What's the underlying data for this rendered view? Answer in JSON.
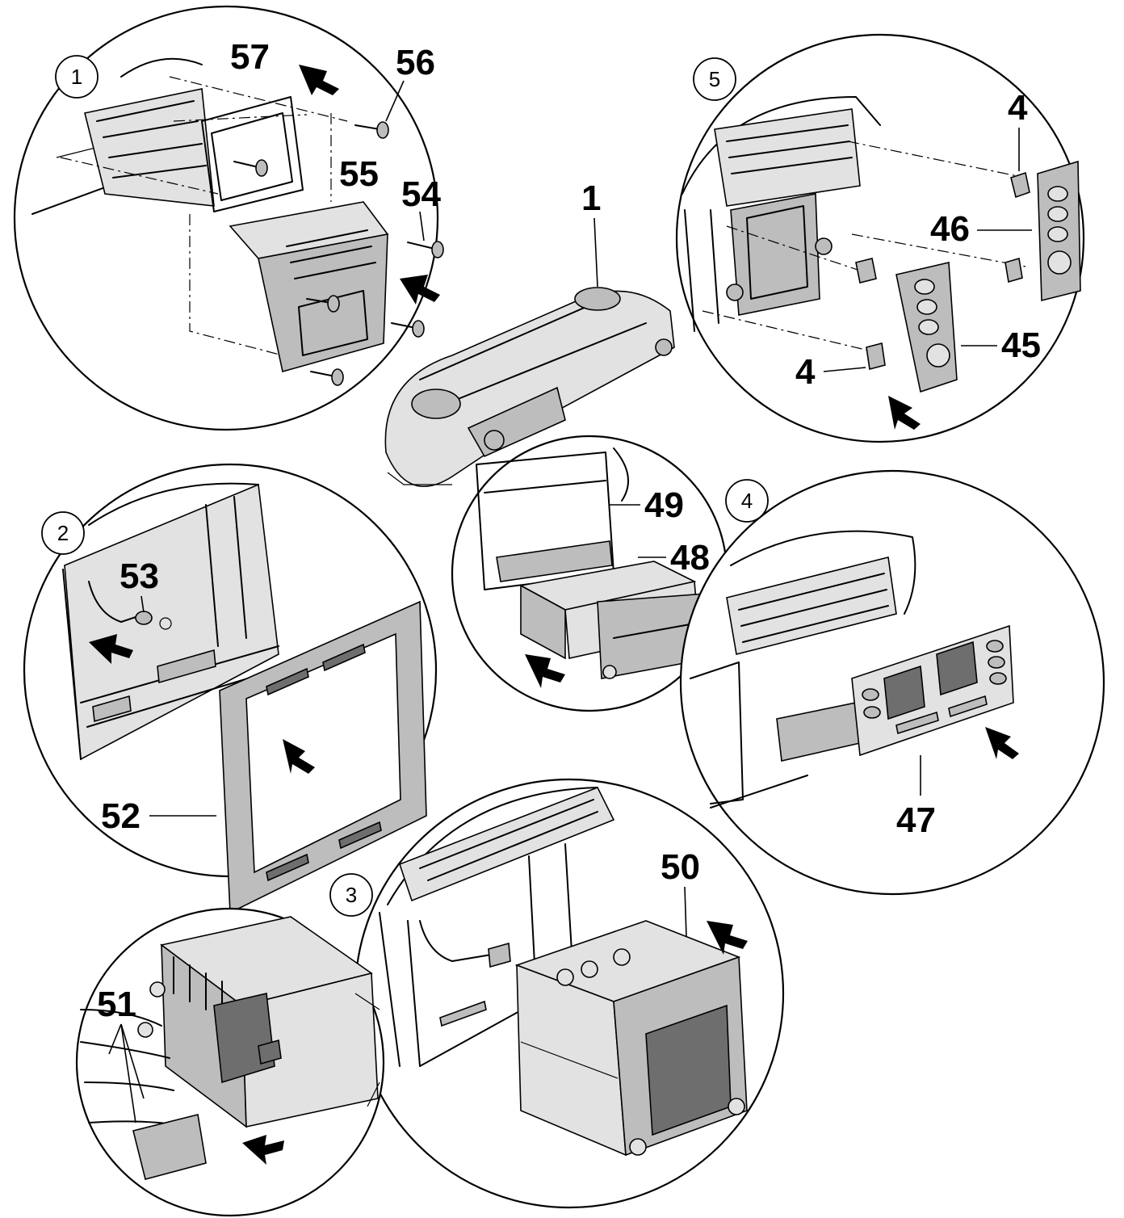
{
  "steps": {
    "s1": "1",
    "s2": "2",
    "s3": "3",
    "s4": "4",
    "s5": "5"
  },
  "callouts": {
    "c1": "1",
    "c4a": "4",
    "c4b": "4",
    "c45": "45",
    "c46": "46",
    "c47": "47",
    "c48": "48",
    "c49": "49",
    "c50": "50",
    "c51": "51",
    "c52": "52",
    "c53": "53",
    "c54": "54",
    "c55": "55",
    "c56": "56",
    "c57": "57"
  }
}
